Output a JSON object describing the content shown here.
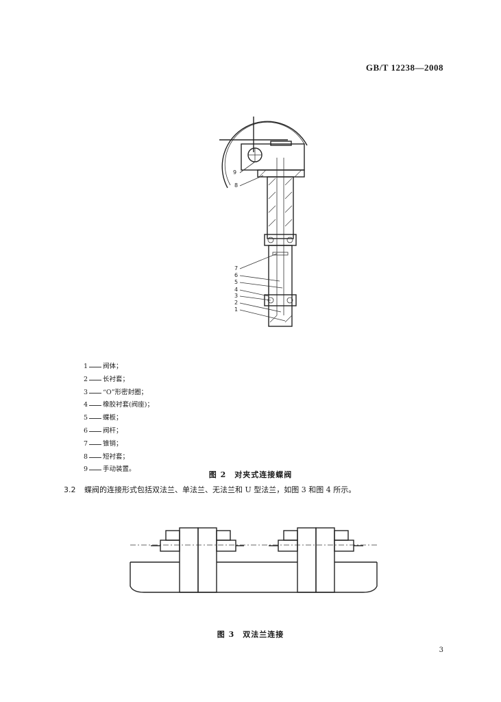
{
  "header": {
    "standard_number": "GB/T 12238—2008"
  },
  "figure2": {
    "callouts": [
      "9",
      "8",
      "7",
      "6",
      "5",
      "4",
      "3",
      "2",
      "1"
    ],
    "legend": [
      {
        "num": "1",
        "text": "阀体；"
      },
      {
        "num": "2",
        "text": "长衬套；"
      },
      {
        "num": "3",
        "text": "“O”形密封圈；"
      },
      {
        "num": "4",
        "text": "橡胶衬套(阀座)；"
      },
      {
        "num": "5",
        "text": "蝶板；"
      },
      {
        "num": "6",
        "text": "阀杆；"
      },
      {
        "num": "7",
        "text": "锥销；"
      },
      {
        "num": "8",
        "text": "短衬套；"
      },
      {
        "num": "9",
        "text": "手动装置。"
      }
    ],
    "caption": "图 2　对夹式连接蝶阀"
  },
  "section": {
    "number": "3.2",
    "text": "蝶阀的连接形式包括双法兰、单法兰、无法兰和 U 型法兰，如图 3 和图 4 所示。"
  },
  "figure3": {
    "caption": "图 3　双法兰连接"
  },
  "footer": {
    "page_number": "3"
  }
}
